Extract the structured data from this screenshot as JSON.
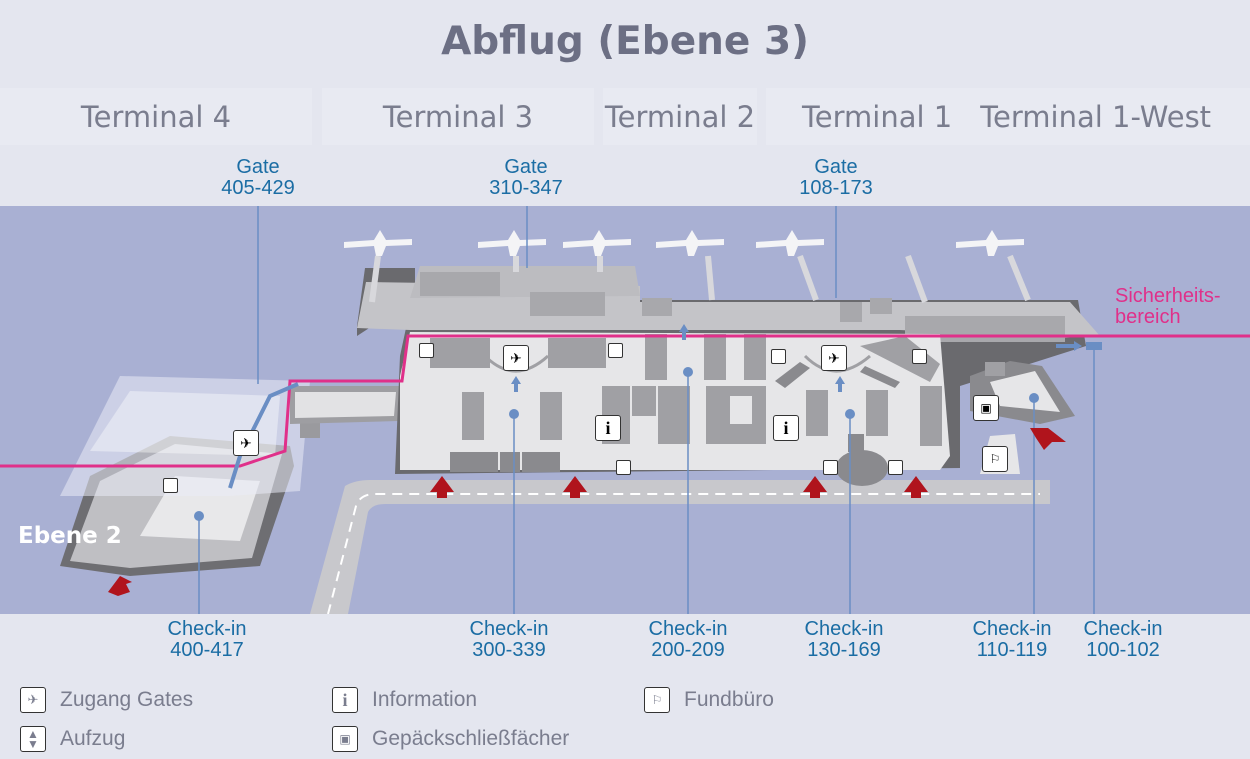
{
  "title": "Abflug (Ebene 3)",
  "terminals": [
    "Terminal 4",
    "Terminal 3",
    "Terminal 2",
    "Terminal 1",
    "Terminal 1-West"
  ],
  "gates": [
    {
      "label": "Gate",
      "range": "405-429"
    },
    {
      "label": "Gate",
      "range": "310-347"
    },
    {
      "label": "Gate",
      "range": "108-173"
    }
  ],
  "checkins": [
    {
      "label": "Check-in",
      "range": "400-417"
    },
    {
      "label": "Check-in",
      "range": "300-339"
    },
    {
      "label": "Check-in",
      "range": "200-209"
    },
    {
      "label": "Check-in",
      "range": "130-169"
    },
    {
      "label": "Check-in",
      "range": "110-119"
    },
    {
      "label": "Check-in",
      "range": "100-102"
    }
  ],
  "map_labels": {
    "level_2": "Ebene 2",
    "security_line1": "Sicherheits-",
    "security_line2": "bereich"
  },
  "legend": {
    "gate_access": "Zugang Gates",
    "elevator": "Aufzug",
    "information": "Information",
    "lockers": "Gepäckschließfächer",
    "lost_found": "Fundbüro"
  },
  "icons": {
    "gate_access": "plane-arrow-icon",
    "elevator": "elevator-icon",
    "information": "info-icon",
    "lockers": "luggage-locker-icon",
    "lost_found": "lost-found-icon"
  },
  "colors": {
    "label_blue": "#1b6da4",
    "security_pink": "#e0308a",
    "arrow_red": "#b0141c",
    "map_bg": "#a9b0d3"
  }
}
